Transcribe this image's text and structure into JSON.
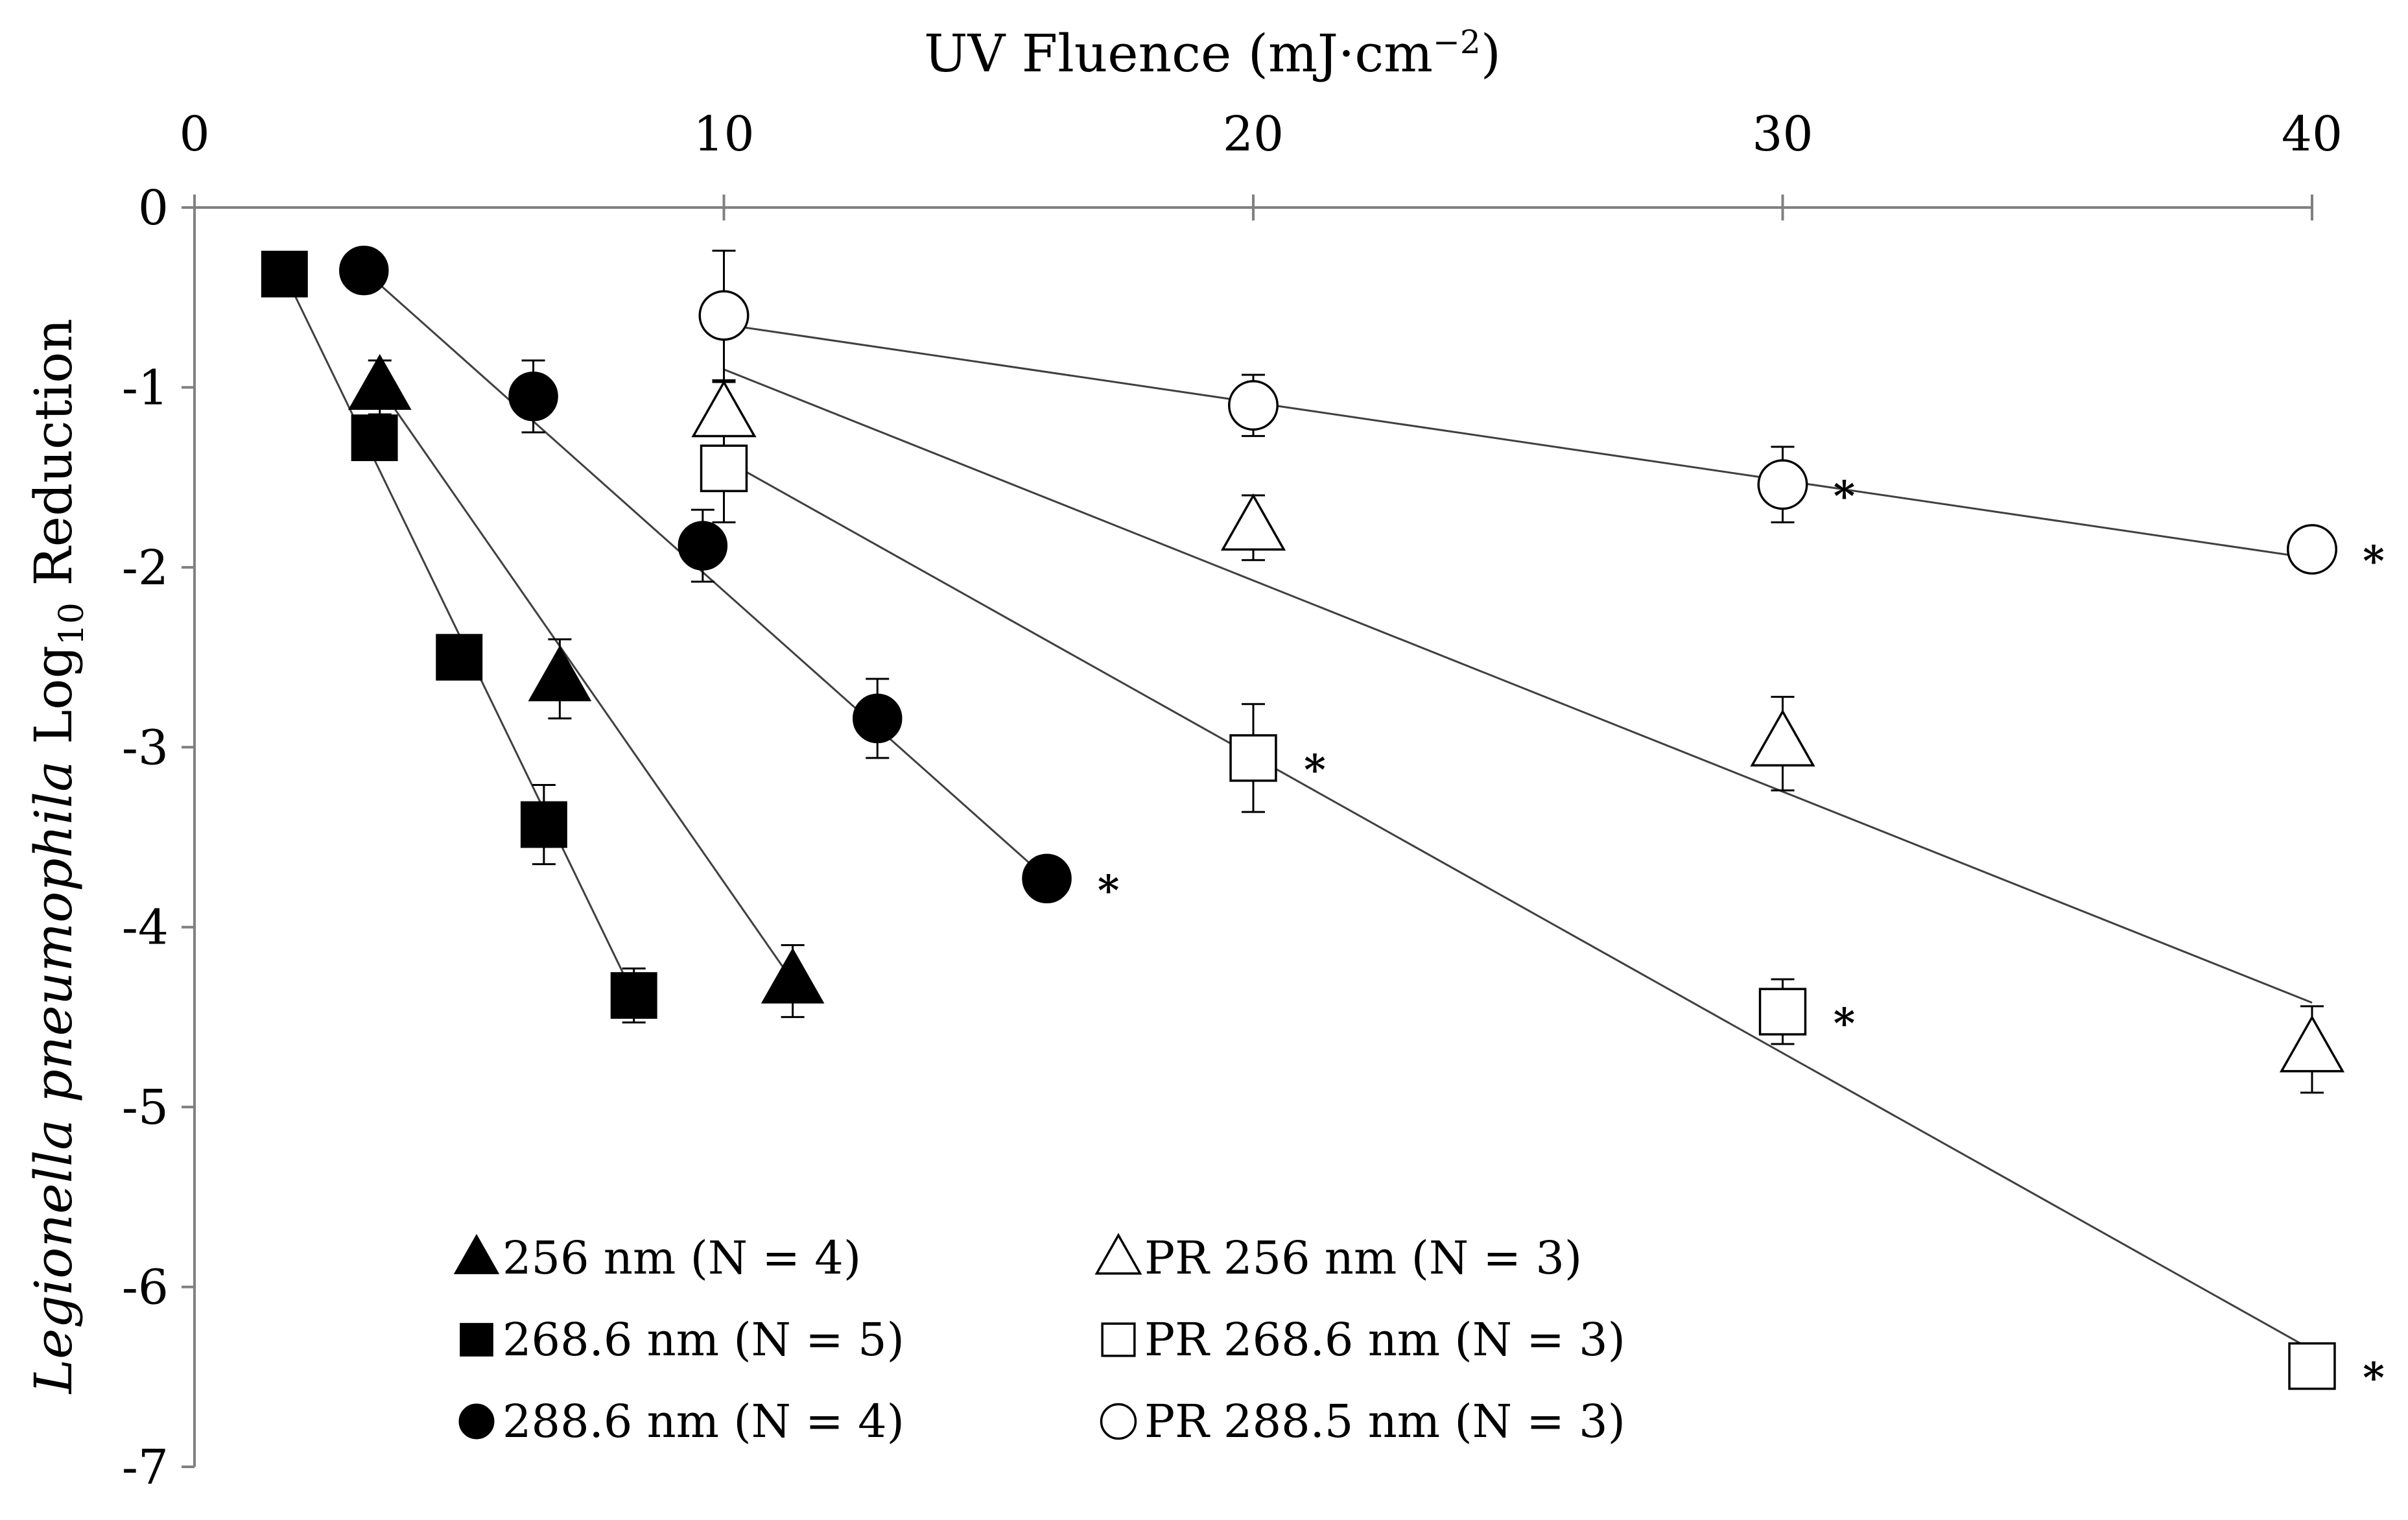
{
  "chart_data": {
    "type": "scatter",
    "title": "",
    "xlabel": "UV Fluence (mJ·cm⁻²)",
    "xlabel_parts": {
      "main": "UV Fluence (mJ·cm",
      "sup": "−2",
      "close": ")"
    },
    "ylabel": "Legionella pneumophila Log10 Reduction",
    "ylabel_parts": {
      "italic": "Legionella pneumophila",
      "plain1": " Log",
      "sub": "10",
      "plain2": " Reduction"
    },
    "x_axis_position": "top",
    "xlim": [
      0,
      40
    ],
    "ylim": [
      -7,
      0
    ],
    "xticks": [
      "0",
      "10",
      "20",
      "30",
      "40"
    ],
    "yticks": [
      "0",
      "-1",
      "-2",
      "-3",
      "-4",
      "-5",
      "-6",
      "-7"
    ],
    "grid": false,
    "legend_position": "bottom-left",
    "significance_marker": "*",
    "series": [
      {
        "name": "256 nm (N = 4)",
        "marker": "triangle",
        "filled": true,
        "points": [
          {
            "x": 3.5,
            "y": -1.0,
            "err": 0.15
          },
          {
            "x": 6.9,
            "y": -2.62,
            "err": 0.22
          },
          {
            "x": 11.3,
            "y": -4.3,
            "err": 0.2
          }
        ],
        "fit": [
          [
            3.5,
            -1.0
          ],
          [
            11.3,
            -4.3
          ]
        ]
      },
      {
        "name": "268.6 nm (N = 5)",
        "marker": "square",
        "filled": true,
        "points": [
          {
            "x": 1.7,
            "y": -0.37,
            "err": 0
          },
          {
            "x": 3.4,
            "y": -1.28,
            "err": 0
          },
          {
            "x": 5.0,
            "y": -2.5,
            "err": 0
          },
          {
            "x": 6.6,
            "y": -3.43,
            "err": 0.22
          },
          {
            "x": 8.3,
            "y": -4.38,
            "err": 0.15
          }
        ],
        "fit": [
          [
            1.7,
            -0.37
          ],
          [
            8.3,
            -4.38
          ]
        ]
      },
      {
        "name": "288.6 nm (N = 4)",
        "marker": "circle",
        "filled": true,
        "points": [
          {
            "x": 3.2,
            "y": -0.35,
            "err": 0
          },
          {
            "x": 6.4,
            "y": -1.05,
            "err": 0.2
          },
          {
            "x": 9.6,
            "y": -1.88,
            "err": 0.2
          },
          {
            "x": 12.9,
            "y": -2.84,
            "err": 0.22
          },
          {
            "x": 16.1,
            "y": -3.73,
            "err": 0,
            "significant": true
          }
        ],
        "fit": [
          [
            3.2,
            -0.35
          ],
          [
            16.1,
            -3.73
          ]
        ]
      },
      {
        "name": "PR 256 nm (N = 3)",
        "marker": "triangle",
        "filled": false,
        "points": [
          {
            "x": 10,
            "y": -1.15,
            "err": 0.18
          },
          {
            "x": 20,
            "y": -1.78,
            "err": 0.18
          },
          {
            "x": 30,
            "y": -2.98,
            "err": 0.26
          },
          {
            "x": 40,
            "y": -4.68,
            "err": 0.24
          }
        ],
        "fit": [
          [
            10,
            -0.9
          ],
          [
            40,
            -4.42
          ]
        ]
      },
      {
        "name": "PR 268.6 nm (N = 3)",
        "marker": "square",
        "filled": false,
        "points": [
          {
            "x": 10,
            "y": -1.45,
            "err": 0.3
          },
          {
            "x": 20,
            "y": -3.06,
            "err": 0.3,
            "significant": true
          },
          {
            "x": 30,
            "y": -4.47,
            "err": 0.18,
            "significant": true
          },
          {
            "x": 40,
            "y": -6.44,
            "err": 0,
            "significant": true
          }
        ],
        "fit": [
          [
            10,
            -1.4
          ],
          [
            40,
            -6.35
          ]
        ]
      },
      {
        "name": "PR 288.5 nm (N = 3)",
        "marker": "circle",
        "filled": false,
        "points": [
          {
            "x": 10,
            "y": -0.6,
            "err": 0.36
          },
          {
            "x": 20,
            "y": -1.1,
            "err": 0.17
          },
          {
            "x": 30,
            "y": -1.54,
            "err": 0.21,
            "significant": true
          },
          {
            "x": 40,
            "y": -1.9,
            "err": 0,
            "significant": true
          }
        ],
        "fit": [
          [
            10,
            -0.65
          ],
          [
            40,
            -1.95
          ]
        ]
      }
    ]
  }
}
